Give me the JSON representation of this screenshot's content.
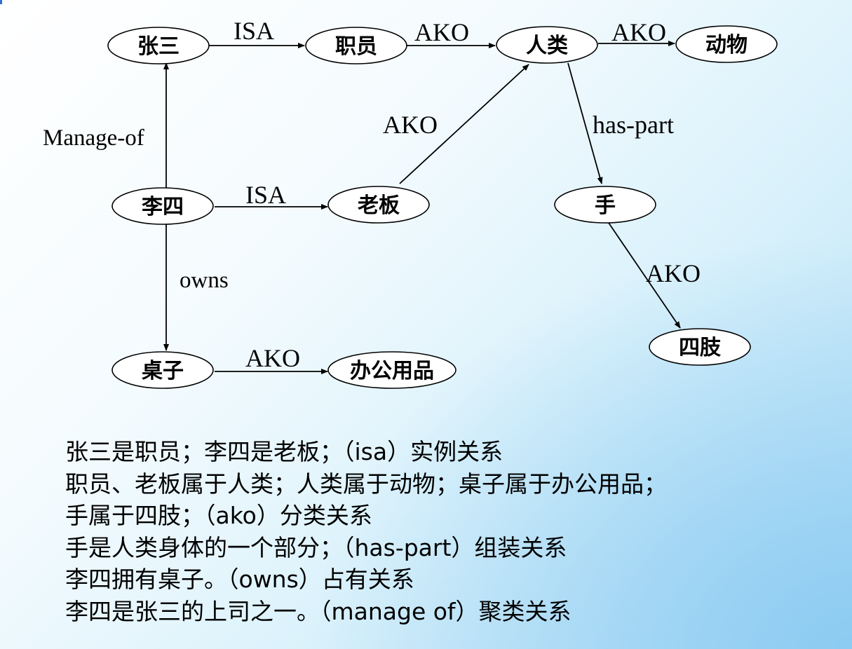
{
  "nodes": [
    {
      "id": "zhangsan",
      "label": "张三"
    },
    {
      "id": "zhiyuan",
      "label": "职员"
    },
    {
      "id": "renlei",
      "label": "人类"
    },
    {
      "id": "dongwu",
      "label": "动物"
    },
    {
      "id": "lisi",
      "label": "李四"
    },
    {
      "id": "laoban",
      "label": "老板"
    },
    {
      "id": "shou",
      "label": "手"
    },
    {
      "id": "zhuozi",
      "label": "桌子"
    },
    {
      "id": "bangong",
      "label": "办公用品"
    },
    {
      "id": "sizhi",
      "label": "四肢"
    }
  ],
  "edges": [
    {
      "id": "zhangsan-zhiyuan",
      "from": "zhangsan",
      "to": "zhiyuan",
      "label": "ISA"
    },
    {
      "id": "zhiyuan-renlei",
      "from": "zhiyuan",
      "to": "renlei",
      "label": "AKO"
    },
    {
      "id": "renlei-dongwu",
      "from": "renlei",
      "to": "dongwu",
      "label": "AKO"
    },
    {
      "id": "laoban-renlei",
      "from": "laoban",
      "to": "renlei",
      "label": "AKO"
    },
    {
      "id": "renlei-shou",
      "from": "renlei",
      "to": "shou",
      "label": "has-part"
    },
    {
      "id": "lisi-zhangsan",
      "from": "lisi",
      "to": "zhangsan",
      "label": "Manage-of"
    },
    {
      "id": "lisi-laoban",
      "from": "lisi",
      "to": "laoban",
      "label": "ISA"
    },
    {
      "id": "lisi-zhuozi",
      "from": "lisi",
      "to": "zhuozi",
      "label": "owns"
    },
    {
      "id": "zhuozi-bangong",
      "from": "zhuozi",
      "to": "bangong",
      "label": "AKO"
    },
    {
      "id": "shou-sizhi",
      "from": "shou",
      "to": "sizhi",
      "label": "AKO"
    }
  ],
  "notes": [
    "张三是职员；李四是老板；（isa）实例关系",
    "职员、老板属于人类；人类属于动物；桌子属于办公用品；",
    "手属于四肢；（ako）分类关系",
    "手是人类身体的一个部分；（has-part）组装关系",
    "李四拥有桌子。（owns）占有关系",
    "李四是张三的上司之一。（manage of）聚类关系"
  ]
}
